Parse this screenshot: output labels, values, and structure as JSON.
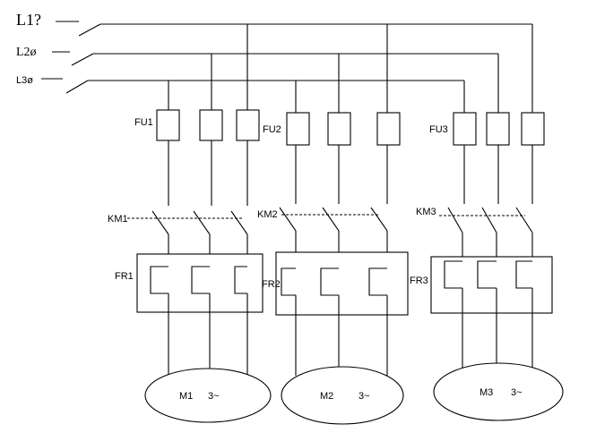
{
  "phases": [
    "L1?",
    "L2ø",
    "L3ø"
  ],
  "units": [
    {
      "fuse_label": "FU1",
      "contactor_label": "KM1",
      "relay_label": "FR1",
      "motor_name": "M1",
      "motor_spec": "3~"
    },
    {
      "fuse_label": "FU2",
      "contactor_label": "KM2",
      "relay_label": "FR2",
      "motor_name": "M2",
      "motor_spec": "3~"
    },
    {
      "fuse_label": "FU3",
      "contactor_label": "KM3",
      "relay_label": "FR3",
      "motor_name": "M3",
      "motor_spec": "3~"
    }
  ]
}
